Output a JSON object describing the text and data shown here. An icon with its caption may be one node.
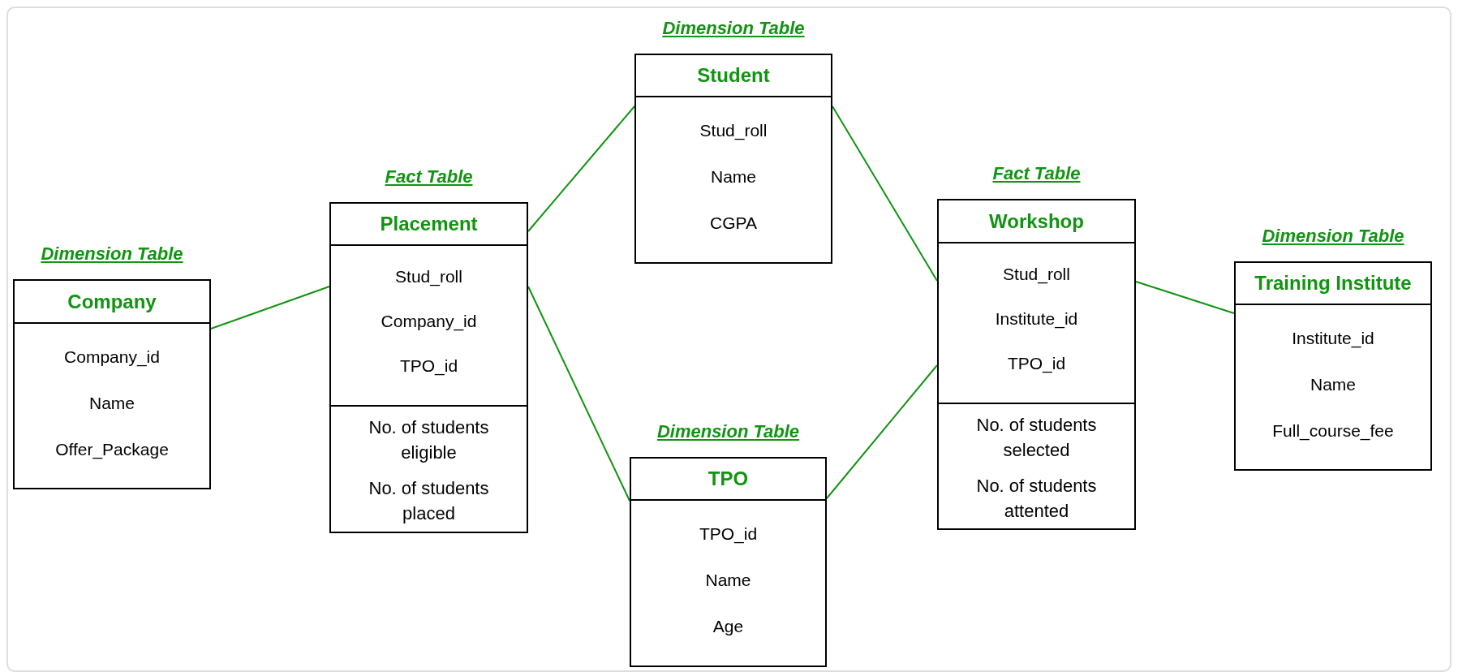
{
  "diagram": {
    "nodes": [
      {
        "text": [
          "Dimension Table",
          "Company",
          "Company_id",
          "Name",
          "Offer_Package"
        ]
      },
      {
        "text": [
          "Fact Table",
          "Placement",
          "Stud_roll",
          "Company_id",
          "TPO_id"
        ]
      },
      {
        "text": [
          "No. of students eligible",
          "No. of students placed"
        ],
        "in": 1
      },
      {
        "text": [
          "Dimension Table",
          "Student",
          "Stud_roll",
          "Name",
          "CGPA"
        ]
      },
      {
        "text": [
          "Dimension Table",
          "TPO",
          "TPO_id",
          "Name",
          "Age"
        ]
      },
      {
        "text": [
          "Fact Table",
          "Workshop",
          "Stud_roll",
          "Institute_id",
          "TPO_id"
        ]
      },
      {
        "text": [
          "No. of students selected",
          "No. of students attented"
        ],
        "in": 5
      },
      {
        "text": [
          "Dimension Table",
          "Training Institute",
          "Institute_id",
          "Name",
          "Full_course_fee"
        ]
      }
    ],
    "edges": [
      {
        "from": 0,
        "to": 1,
        "arrow": "none"
      },
      {
        "from": 1,
        "to": 3,
        "arrow": "none"
      },
      {
        "from": 1,
        "to": 4,
        "arrow": "none"
      },
      {
        "from": 3,
        "to": 5,
        "arrow": "none"
      },
      {
        "from": 4,
        "to": 5,
        "arrow": "none"
      },
      {
        "from": 5,
        "to": 7,
        "arrow": "none"
      }
    ]
  }
}
